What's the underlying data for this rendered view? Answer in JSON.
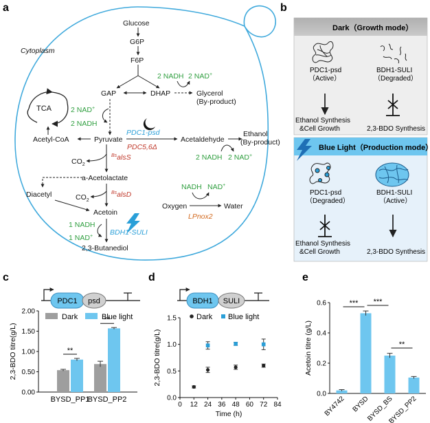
{
  "panel_labels": {
    "a": "a",
    "b": "b",
    "c": "c",
    "d": "d",
    "e": "e"
  },
  "panel_a": {
    "compartment": "Cytoplasm",
    "metabolites": {
      "glucose": "Glucose",
      "g6p": "G6P",
      "f6p": "F6P",
      "gap": "GAP",
      "dhap": "DHAP",
      "glycerol": "Glycerol",
      "glycerol_note": "(By-product)",
      "tca": "TCA",
      "acetyl_coa": "Acetyl-CoA",
      "pyruvate": "Pyruvate",
      "acetaldehyde": "Acetaldehyde",
      "ethanol": "Ethanol",
      "ethanol_note": "(By-product)",
      "co2_1": "CO",
      "co2_1_sub": "2",
      "a_acetolactate": "a-Acetolactate",
      "diacetyl": "Diacetyl",
      "co2_2": "CO",
      "co2_2_sub": "2",
      "acetoin": "Acetoin",
      "butanediol": "2,3-Butanediol",
      "oxygen": "Oxygen",
      "water": "Water"
    },
    "cofactors": {
      "dhap_nadh": "2 NADH",
      "dhap_nad": "2 NAD",
      "dhap_nad_sup": "+",
      "gap_nad": "2 NAD",
      "gap_nad_sup": "+",
      "gap_nadh": "2 NADH",
      "eth_nadh": "2 NADH",
      "eth_nad": "2 NAD",
      "eth_nad_sup": "+",
      "ox_nadh": "NADH",
      "ox_nad": "NAD",
      "ox_nad_sup": "+",
      "bdh_nadh": "1 NADH",
      "bdh_nad": "1 NAD",
      "bdh_nad_sup": "+"
    },
    "enzymes": {
      "pdc1_psd": "PDC1-psd",
      "pdc56": "PDC5,6Δ",
      "alss_sup": "Bs",
      "alss": "alsS",
      "alsd_sup": "Bs",
      "alsd": "alsD",
      "lpnox2": "LPnox2",
      "bdh1_suli": "BDH1-SULI"
    }
  },
  "panel_b": {
    "dark_title": "Dark（Growth mode）",
    "blue_title": "Blue Light（Production mode）",
    "dark_pdc_name": "PDC1-psd",
    "dark_pdc_state": "（Active）",
    "dark_bdh_name": "BDH1-SULI",
    "dark_bdh_state": "（Degraded）",
    "dark_out_left_1": "Ethanol Synthesis",
    "dark_out_left_2": "&Cell Growth",
    "dark_out_right": "2,3-BDO Synthesis",
    "blue_pdc_name": "PDC1-psd",
    "blue_pdc_state": "（Degraded）",
    "blue_bdh_name": "BDH1-SULI",
    "blue_bdh_state": "（Active）",
    "blue_out_left_1": "Ethanol Synthesis",
    "blue_out_left_2": "&Cell Growth",
    "blue_out_right": "2,3-BDO Synthesis"
  },
  "panel_c_construct": {
    "gene": "PDC1",
    "tag": "psd"
  },
  "panel_d_construct": {
    "gene": "BDH1",
    "tag": "SULI"
  },
  "colors": {
    "green": "#2e9e3e",
    "red": "#c0392b",
    "orange": "#d2691e",
    "blue": "#2a9fd8",
    "lightblue": "#6ec6ef",
    "gray": "#9e9e9e",
    "darkbar": "#cfcfcf",
    "bluebar": "#c6e3f5"
  },
  "chart_data": [
    {
      "id": "c",
      "type": "bar",
      "ylabel": "2,3-BDO titre(g/L)",
      "categories": [
        "BYSD_PP1",
        "BYSD_PP2"
      ],
      "series": [
        {
          "name": "Dark",
          "values": [
            0.54,
            0.69
          ],
          "errors": [
            0.02,
            0.07
          ]
        },
        {
          "name": "Blue light",
          "values": [
            0.8,
            1.57
          ],
          "errors": [
            0.03,
            0.02
          ]
        }
      ],
      "ylim": [
        0,
        2.0
      ],
      "yticks": [
        "0.00",
        "0.50",
        "1.00",
        "1.50",
        "2.00"
      ],
      "sig": [
        "**",
        "**"
      ],
      "legend": "top"
    },
    {
      "id": "d",
      "type": "scatter",
      "ylabel": "2,3-BDO titre(g/L)",
      "xlabel": "Time (h)",
      "xlim": [
        0,
        84
      ],
      "ylim": [
        0,
        1.5
      ],
      "xticks": [
        "0",
        "12",
        "24",
        "36",
        "48",
        "60",
        "72",
        "84"
      ],
      "yticks": [
        "0.0",
        "0.5",
        "1.0",
        "1.5"
      ],
      "series": [
        {
          "name": "Dark",
          "x": [
            12,
            24,
            48,
            72
          ],
          "y": [
            0.2,
            0.52,
            0.57,
            0.6
          ],
          "errors": [
            0.02,
            0.05,
            0.04,
            0.03
          ]
        },
        {
          "name": "Blue light",
          "x": [
            24,
            48,
            72
          ],
          "y": [
            0.98,
            1.01,
            1.0
          ],
          "errors": [
            0.07,
            0.03,
            0.1
          ]
        }
      ],
      "legend": "top"
    },
    {
      "id": "e",
      "type": "bar",
      "ylabel": "Acetoin titre (g/L)",
      "categories": [
        "BY4742",
        "BYSD",
        "BYSD_BS",
        "BYSD_PP2"
      ],
      "values": [
        0.02,
        0.53,
        0.25,
        0.105
      ],
      "errors": [
        0.005,
        0.015,
        0.015,
        0.007
      ],
      "ylim": [
        0,
        0.6
      ],
      "yticks": [
        "0.0",
        "0.2",
        "0.4",
        "0.6"
      ],
      "sig": [
        "***",
        "***",
        "**"
      ]
    }
  ]
}
